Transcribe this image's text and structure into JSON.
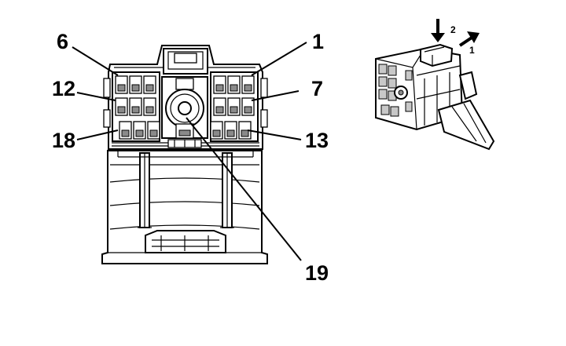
{
  "callouts": {
    "c1": "1",
    "c6": "6",
    "c7": "7",
    "c12": "12",
    "c13": "13",
    "c18": "18",
    "c19": "19"
  },
  "iso_view": {
    "arrow_1_label": "1",
    "arrow_2_label": "2"
  },
  "colors": {
    "line": "#000000",
    "shade": "#8a8a8a",
    "light_shade": "#c8c8c8",
    "background": "#ffffff"
  }
}
